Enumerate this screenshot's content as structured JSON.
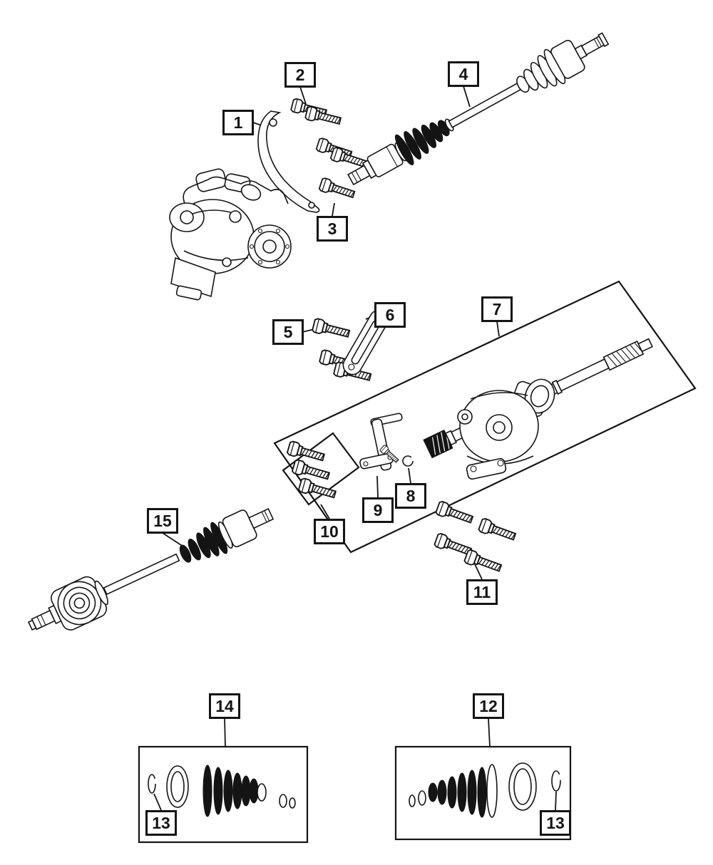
{
  "diagram": {
    "type": "exploded-parts-diagram",
    "background_color": "#ffffff",
    "line_color": "#141414",
    "callouts": [
      {
        "label": "1"
      },
      {
        "label": "2"
      },
      {
        "label": "3"
      },
      {
        "label": "4"
      },
      {
        "label": "5"
      },
      {
        "label": "6"
      },
      {
        "label": "7"
      },
      {
        "label": "8"
      },
      {
        "label": "9"
      },
      {
        "label": "10"
      },
      {
        "label": "11"
      },
      {
        "label": "12"
      },
      {
        "label": "13"
      },
      {
        "label": "14"
      },
      {
        "label": "15"
      }
    ]
  }
}
